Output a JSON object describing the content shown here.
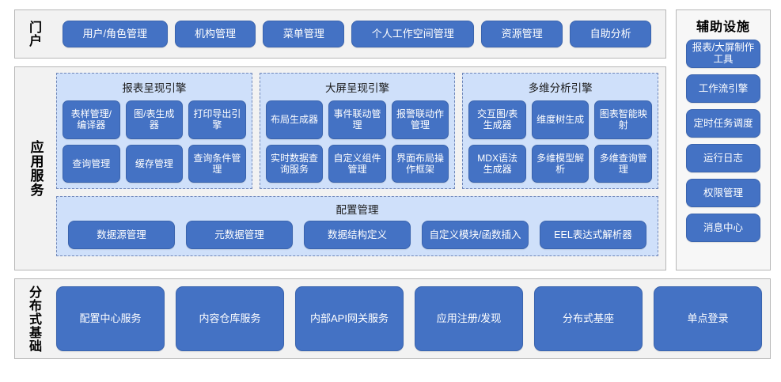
{
  "portal": {
    "label": "门户",
    "items": [
      {
        "label": "用户/角色管理"
      },
      {
        "label": "机构管理"
      },
      {
        "label": "菜单管理"
      },
      {
        "label": "个人工作空间管理"
      },
      {
        "label": "资源管理"
      },
      {
        "label": "自助分析"
      }
    ]
  },
  "auxiliary": {
    "title": "辅助设施",
    "items": [
      {
        "label": "报表/大屏制作工具"
      },
      {
        "label": "工作流引擎"
      },
      {
        "label": "定时任务调度"
      },
      {
        "label": "运行日志"
      },
      {
        "label": "权限管理"
      },
      {
        "label": "消息中心"
      }
    ]
  },
  "app_services": {
    "label": "应用服务",
    "engines": [
      {
        "title": "报表呈现引擎",
        "items": [
          {
            "label": "表样管理/编译器"
          },
          {
            "label": "图/表生成器"
          },
          {
            "label": "打印导出引擎"
          },
          {
            "label": "查询管理"
          },
          {
            "label": "缓存管理"
          },
          {
            "label": "查询条件管理"
          }
        ]
      },
      {
        "title": "大屏呈现引擎",
        "items": [
          {
            "label": "布局生成器"
          },
          {
            "label": "事件联动管理"
          },
          {
            "label": "报警联动作管理"
          },
          {
            "label": "实时数据查询服务"
          },
          {
            "label": "自定义组件管理"
          },
          {
            "label": "界面布局操作框架"
          }
        ]
      },
      {
        "title": "多维分析引擎",
        "items": [
          {
            "label": "交互图/表生成器"
          },
          {
            "label": "维度树生成"
          },
          {
            "label": "图表智能映射"
          },
          {
            "label": "MDX语法生成器"
          },
          {
            "label": "多维模型解析"
          },
          {
            "label": "多维查询管理"
          }
        ]
      }
    ],
    "config": {
      "title": "配置管理",
      "items": [
        {
          "label": "数据源管理"
        },
        {
          "label": "元数据管理"
        },
        {
          "label": "数据结构定义"
        },
        {
          "label": "自定义模块/函数插入"
        },
        {
          "label": "EEL表达式解析器"
        }
      ]
    }
  },
  "distributed": {
    "label": "分布式基础",
    "items": [
      {
        "label": "配置中心服务"
      },
      {
        "label": "内容仓库服务"
      },
      {
        "label": "内部API网关服务"
      },
      {
        "label": "应用注册/发现"
      },
      {
        "label": "分布式基座"
      },
      {
        "label": "单点登录"
      }
    ]
  },
  "colors": {
    "button_blue": "#4472c4",
    "panel_light_blue": "#cfe0fa",
    "section_gray": "#f2f2f2",
    "section_border": "#b7b7b7",
    "panel_dash_border": "#6f86b8",
    "text_white": "#ffffff",
    "text_black": "#000000"
  }
}
